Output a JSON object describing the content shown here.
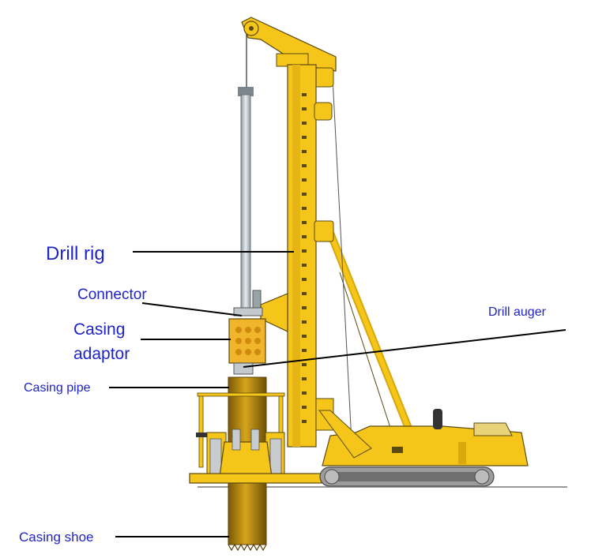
{
  "labels": {
    "drill_rig": "Drill rig",
    "connector": "Connector",
    "casing_adaptor_line1": "Casing",
    "casing_adaptor_line2": "adaptor",
    "drill_auger": "Drill auger",
    "casing_pipe": "Casing pipe",
    "casing_shoe": "Casing shoe"
  },
  "colors": {
    "label_text": "#1f24c8",
    "leader_line": "#000000",
    "machine_yellow": "#f5c51a",
    "machine_dark_yellow": "#d9a80c",
    "outline": "#5a4a10",
    "casing_pipe": "#b8890f",
    "track": "#8a8a8a",
    "kelly_bar": "#b9c4cc",
    "ground": "#9a9a9a"
  }
}
